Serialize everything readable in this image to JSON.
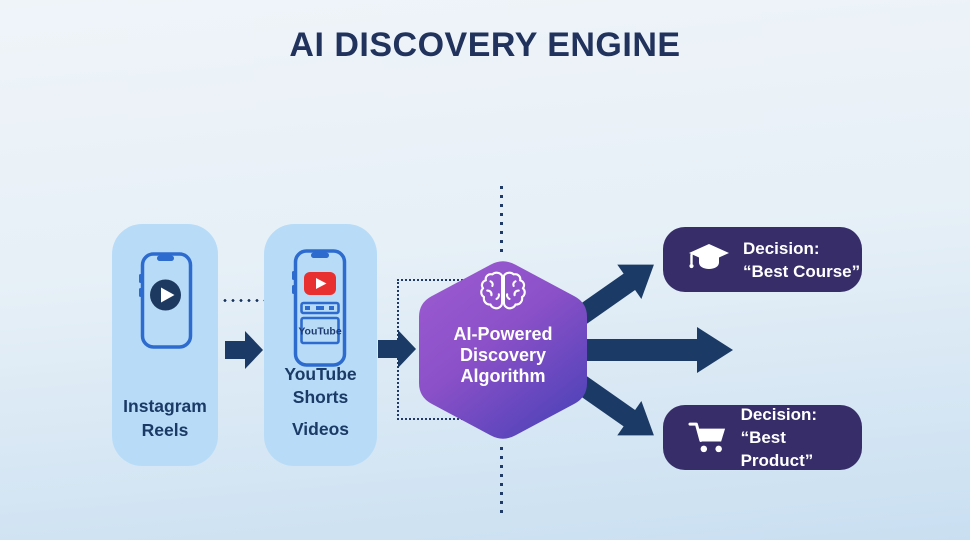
{
  "title": "AI DISCOVERY ENGINE",
  "sources": {
    "instagram": {
      "line1": "Instagram",
      "line2": "Reels"
    },
    "youtube": {
      "line1": "YouTube",
      "line2": "Shorts",
      "line3": "Videos",
      "phone_label": "YouTube"
    }
  },
  "engine": {
    "line1": "AI-Powered",
    "line2": "Discovery",
    "line3": "Algorithm"
  },
  "decisions": [
    {
      "icon": "graduation-cap-icon",
      "label": "Decision:",
      "value": "“Best Course”"
    },
    {
      "icon": "shopping-cart-icon",
      "label": "Decision:",
      "value": "“Best Product”"
    }
  ],
  "colors": {
    "background_top": "#EFF4F9",
    "background_bottom": "#C9DFF1",
    "title_navy": "#21335C",
    "arrow_navy": "#1B3A66",
    "card_blue": "#B8DCF8",
    "phone_stroke_blue": "#2D6BCE",
    "play_circle_navy": "#1D3960",
    "youtube_red": "#E83030",
    "hexagon_gradient_start": "#9C5BD1",
    "hexagon_gradient_end": "#4C42B8",
    "decision_box_indigo": "#362D69"
  }
}
